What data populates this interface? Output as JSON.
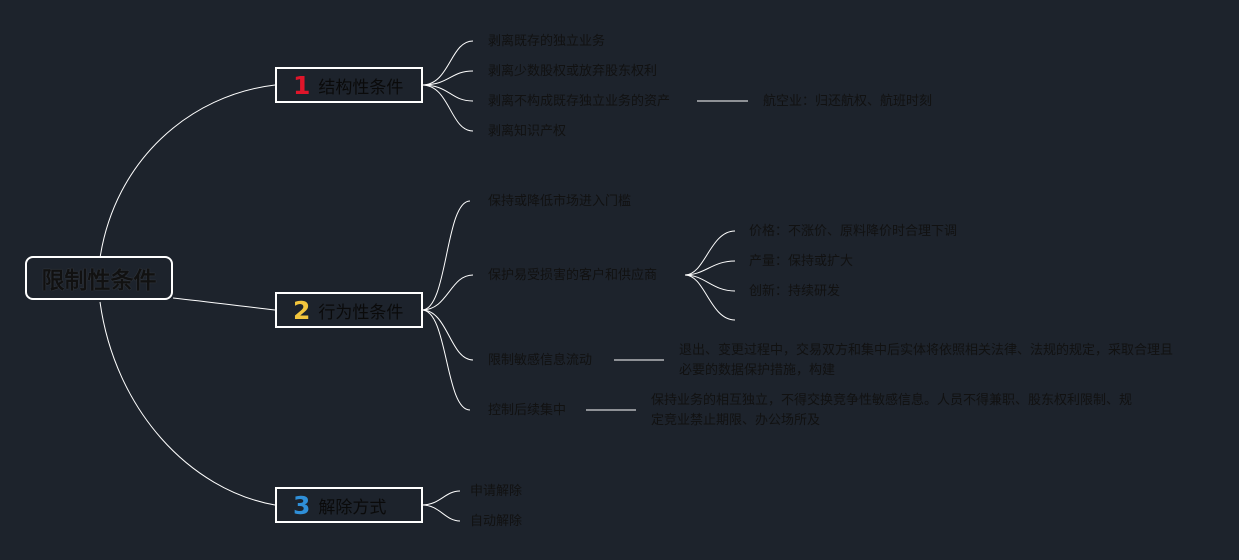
{
  "root": {
    "label": "限制性条件"
  },
  "branches": [
    {
      "number": "1",
      "number_color": "#e0152a",
      "label": "结构性条件",
      "items": [
        {
          "label": "剥离既存的独立业务"
        },
        {
          "label": "剥离少数股权或放弃股东权利"
        },
        {
          "label": "剥离不构成既存独立业务的资产",
          "detail": "航空业：归还航权、航班时刻"
        },
        {
          "label": "剥离知识产权"
        }
      ]
    },
    {
      "number": "2",
      "number_color": "#f2c53d",
      "label": "行为性条件",
      "items": [
        {
          "label": "保持或降低市场进入门槛"
        },
        {
          "label": "保护易受损害的客户和供应商",
          "subitems": [
            "价格：不涨价、原料降价时合理下调",
            "产量：保持或扩大",
            "创新：持续研发",
            ""
          ]
        },
        {
          "label": "限制敏感信息流动",
          "detail": "退出、变更过程中，交易双方和集中后实体将依照相关法律、法规的规定，采取合理且必要的数据保护措施，构建"
        },
        {
          "label": "控制后续集中",
          "detail": "保持业务的相互独立，不得交换竞争性敏感信息。人员不得兼职、股东权利限制、规定竞业禁止期限、办公场所及"
        }
      ]
    },
    {
      "number": "3",
      "number_color": "#2f8fd8",
      "label": "解除方式",
      "items": [
        {
          "label": "申请解除"
        },
        {
          "label": "自动解除"
        }
      ]
    }
  ],
  "colors": {
    "background": "#1d232c",
    "line": "#ffffff",
    "text": "#111111"
  }
}
